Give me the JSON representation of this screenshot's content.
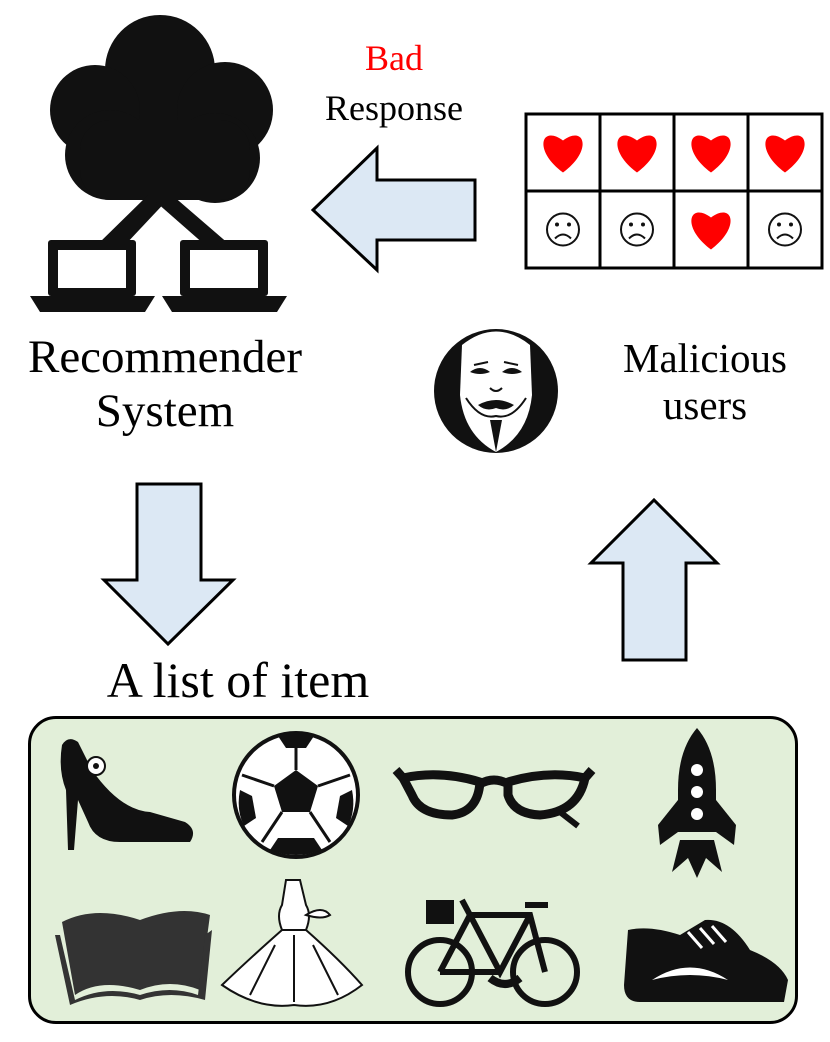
{
  "diagram": {
    "system_label": "Recommender\nSystem",
    "response_label_bad": "Bad",
    "response_label": "Response",
    "users_label": "Malicious\nusers",
    "list_label": "A list of item",
    "colors": {
      "arrow_fill": "#dce8f4",
      "items_bg": "#e2efd9",
      "heart": "#ff0000",
      "bad_text": "#ff0000"
    },
    "rating_grid": {
      "rows": [
        [
          "heart-icon",
          "heart-icon",
          "heart-icon",
          "heart-icon"
        ],
        [
          "frown-icon",
          "frown-icon",
          "heart-icon",
          "frown-icon"
        ]
      ]
    },
    "items": [
      "high-heel-shoe-icon",
      "soccer-ball-icon",
      "glasses-icon",
      "rocket-icon",
      "open-book-icon",
      "dress-icon",
      "bicycle-icon",
      "sneaker-icon"
    ]
  }
}
